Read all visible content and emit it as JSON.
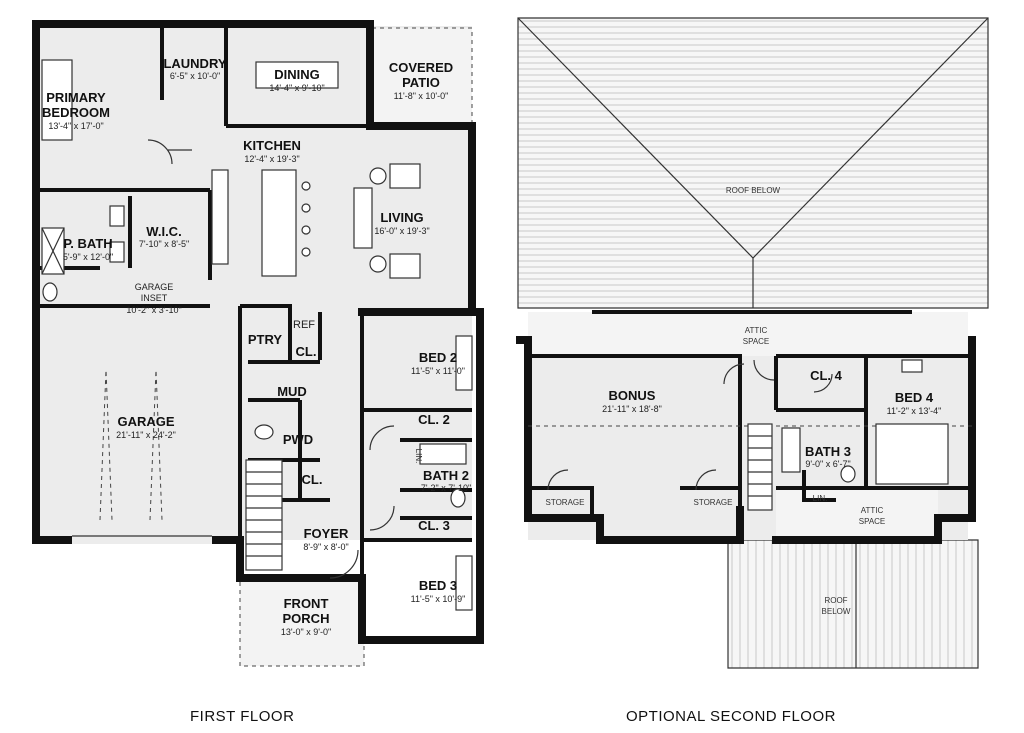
{
  "first_floor": {
    "title": "FIRST FLOOR",
    "rooms": {
      "primary_bedroom": {
        "name_line1": "PRIMARY",
        "name_line2": "BEDROOM",
        "dims": "13'-4\" x 17'-0\""
      },
      "laundry": {
        "name": "LAUNDRY",
        "dims": "6'-5\" x 10'-0\""
      },
      "dining": {
        "name": "DINING",
        "dims": "14'-4\" x 9'-10\""
      },
      "covered_patio": {
        "name_line1": "COVERED",
        "name_line2": "PATIO",
        "dims": "11'-8\" x 10'-0\""
      },
      "kitchen": {
        "name": "KITCHEN",
        "dims": "12'-4\" x 19'-3\""
      },
      "living": {
        "name": "LIVING",
        "dims": "16'-0\" x 19'-3\""
      },
      "wic": {
        "name": "W.I.C.",
        "dims": "7'-10\" x 8'-5\""
      },
      "p_bath": {
        "name": "P. BATH",
        "dims": "5'-9\" x 12'-0\""
      },
      "garage_inset": {
        "name_line1": "GARAGE",
        "name_line2": "INSET",
        "dims": "10'-2\" x 3'-10\""
      },
      "garage": {
        "name": "GARAGE",
        "dims": "21'-11\" x 24'-2\""
      },
      "ptry": {
        "name": "PTRY"
      },
      "ref": {
        "name": "REF"
      },
      "cl_a": {
        "name": "CL."
      },
      "mud": {
        "name": "MUD"
      },
      "pwd": {
        "name": "PWD"
      },
      "cl_b": {
        "name": "CL."
      },
      "bed2": {
        "name": "BED 2",
        "dims": "11'-5\" x 11'-0\""
      },
      "cl2": {
        "name": "CL. 2"
      },
      "bath2": {
        "name": "BATH 2",
        "dims": "7'-2\" x 7'-10\""
      },
      "lin": {
        "name": "LIN."
      },
      "cl3": {
        "name": "CL. 3"
      },
      "foyer": {
        "name": "FOYER",
        "dims": "8'-9\" x 8'-0\""
      },
      "bed3": {
        "name": "BED 3",
        "dims": "11'-5\" x 10'-9\""
      },
      "front_porch": {
        "name_line1": "FRONT",
        "name_line2": "PORCH",
        "dims": "13'-0\" x 9'-0\""
      }
    }
  },
  "second_floor": {
    "title": "OPTIONAL SECOND FLOOR",
    "labels": {
      "roof_below_top": "ROOF BELOW",
      "attic_space_top_1": "ATTIC",
      "attic_space_top_2": "SPACE",
      "bonus": {
        "name": "BONUS",
        "dims": "21'-11\" x 18'-8\""
      },
      "cl4": {
        "name": "CL. 4"
      },
      "bed4": {
        "name": "BED 4",
        "dims": "11'-2\" x 13'-4\""
      },
      "bath3": {
        "name": "BATH 3",
        "dims": "9'-0\" x 6'-7\""
      },
      "lin": {
        "name": "LIN."
      },
      "storage_left": "STORAGE",
      "storage_right": "STORAGE",
      "attic_space_bottom_1": "ATTIC",
      "attic_space_bottom_2": "SPACE",
      "roof_below_bottom_1": "ROOF",
      "roof_below_bottom_2": "BELOW"
    }
  }
}
